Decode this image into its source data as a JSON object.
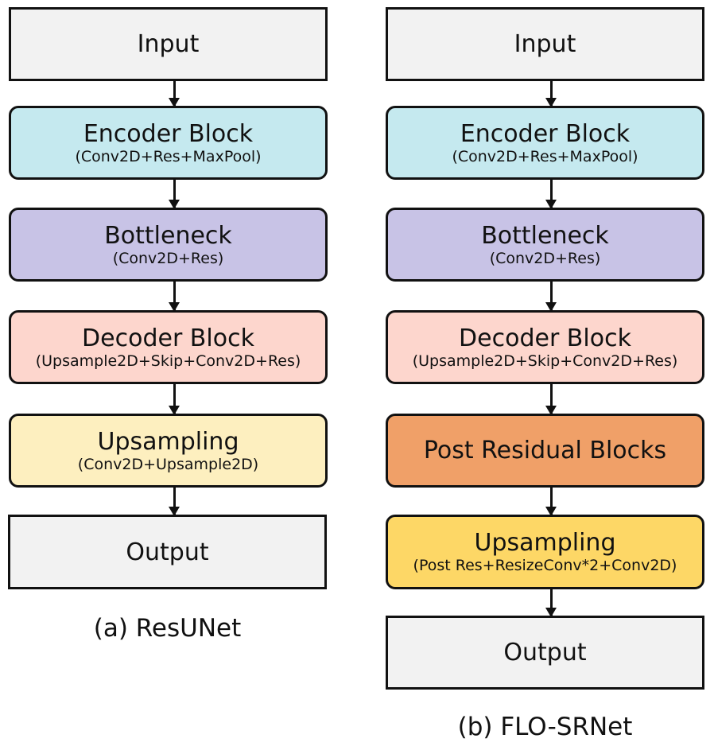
{
  "left": {
    "caption": "(a) ResUNet",
    "input": {
      "title": "Input"
    },
    "encoder": {
      "title": "Encoder Block",
      "sub": "(Conv2D+Res+MaxPool)"
    },
    "bottleneck": {
      "title": "Bottleneck",
      "sub": "(Conv2D+Res)"
    },
    "decoder": {
      "title": "Decoder Block",
      "sub": "(Upsample2D+Skip+Conv2D+Res)"
    },
    "upsampling": {
      "title": "Upsampling",
      "sub": "(Conv2D+Upsample2D)"
    },
    "output": {
      "title": "Output"
    }
  },
  "right": {
    "caption": "(b) FLO-SRNet",
    "input": {
      "title": "Input"
    },
    "encoder": {
      "title": "Encoder Block",
      "sub": "(Conv2D+Res+MaxPool)"
    },
    "bottleneck": {
      "title": "Bottleneck",
      "sub": "(Conv2D+Res)"
    },
    "decoder": {
      "title": "Decoder Block",
      "sub": "(Upsample2D+Skip+Conv2D+Res)"
    },
    "post_residual": {
      "title": "Post Residual Blocks"
    },
    "upsampling": {
      "title": "Upsampling",
      "sub": "(Post Res+ResizeConv*2+Conv2D)"
    },
    "output": {
      "title": "Output"
    }
  },
  "colors": {
    "io": "#f2f2f2",
    "encoder": "#c5e9ef",
    "bottleneck": "#c8c3e6",
    "decoder": "#fdd6cd",
    "upsampling_left": "#fdefbf",
    "post_residual": "#f0a068",
    "upsampling_right": "#fdd766",
    "stroke": "#111111"
  }
}
